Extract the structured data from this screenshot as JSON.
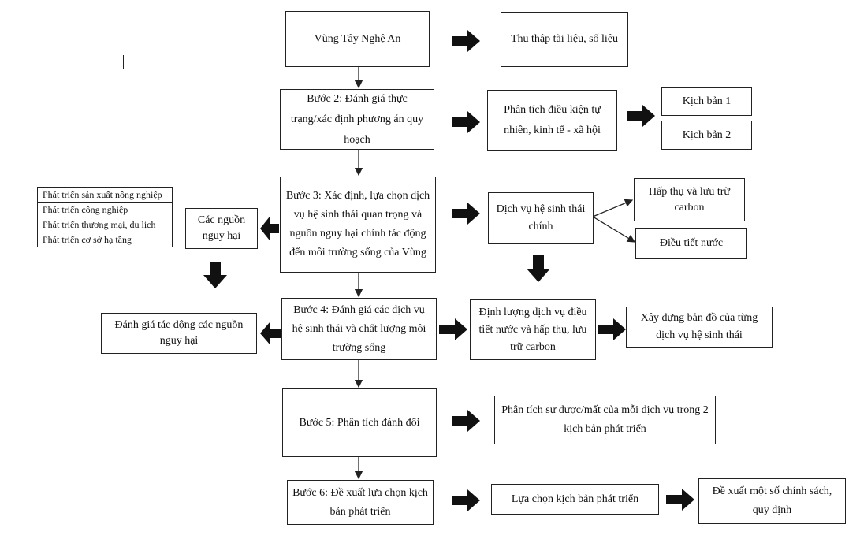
{
  "step1": "Vùng Tây Nghệ An",
  "collect": "Thu thập tài liệu, số liệu",
  "step2": "Bước 2: Đánh giá thực trạng/xác định phương án quy hoạch",
  "analysis": "Phân tích điều kiện tự nhiên, kinh tế - xã hội",
  "scenario1": "Kịch bản 1",
  "scenario2": "Kịch bản 2",
  "step3": "Bước 3: Xác định, lựa chọn dịch vụ hệ sinh thái quan trọng và nguồn nguy hại chính tác động đến môi trường sống của Vùng",
  "hazards": "Các nguồn nguy hại",
  "hazard_list": [
    "Phát triển sản xuất nông nghiệp",
    "Phát triển công nghiệp",
    "Phát triển thương mại, du lịch",
    "Phát triển cơ sở hạ tầng"
  ],
  "main_services": "Dịch vụ hệ sinh thái chính",
  "carbon": "Hấp thụ và lưu trữ carbon",
  "water": "Điều tiết nước",
  "step4": "Bước 4: Đánh giá các dịch vụ hệ sinh thái và chất lượng môi trường sống",
  "impact": "Đánh giá tác động các nguồn nguy hại",
  "quantify": "Định lượng dịch vụ điều tiết nước và hấp thụ, lưu trữ carbon",
  "mapping": "Xây dựng bản đồ của từng dịch vụ hệ sinh thái",
  "step5": "Bước 5: Phân tích đánh đổi",
  "tradeoff": "Phân tích sự được/mất của mỗi dịch vụ trong 2 kịch bản phát triển",
  "step6": "Bước 6: Đề xuất lựa chọn kịch bản phát triển",
  "choose": "Lựa chọn kịch bản phát triển",
  "propose": "Đề xuất một số chính sách, quy định"
}
